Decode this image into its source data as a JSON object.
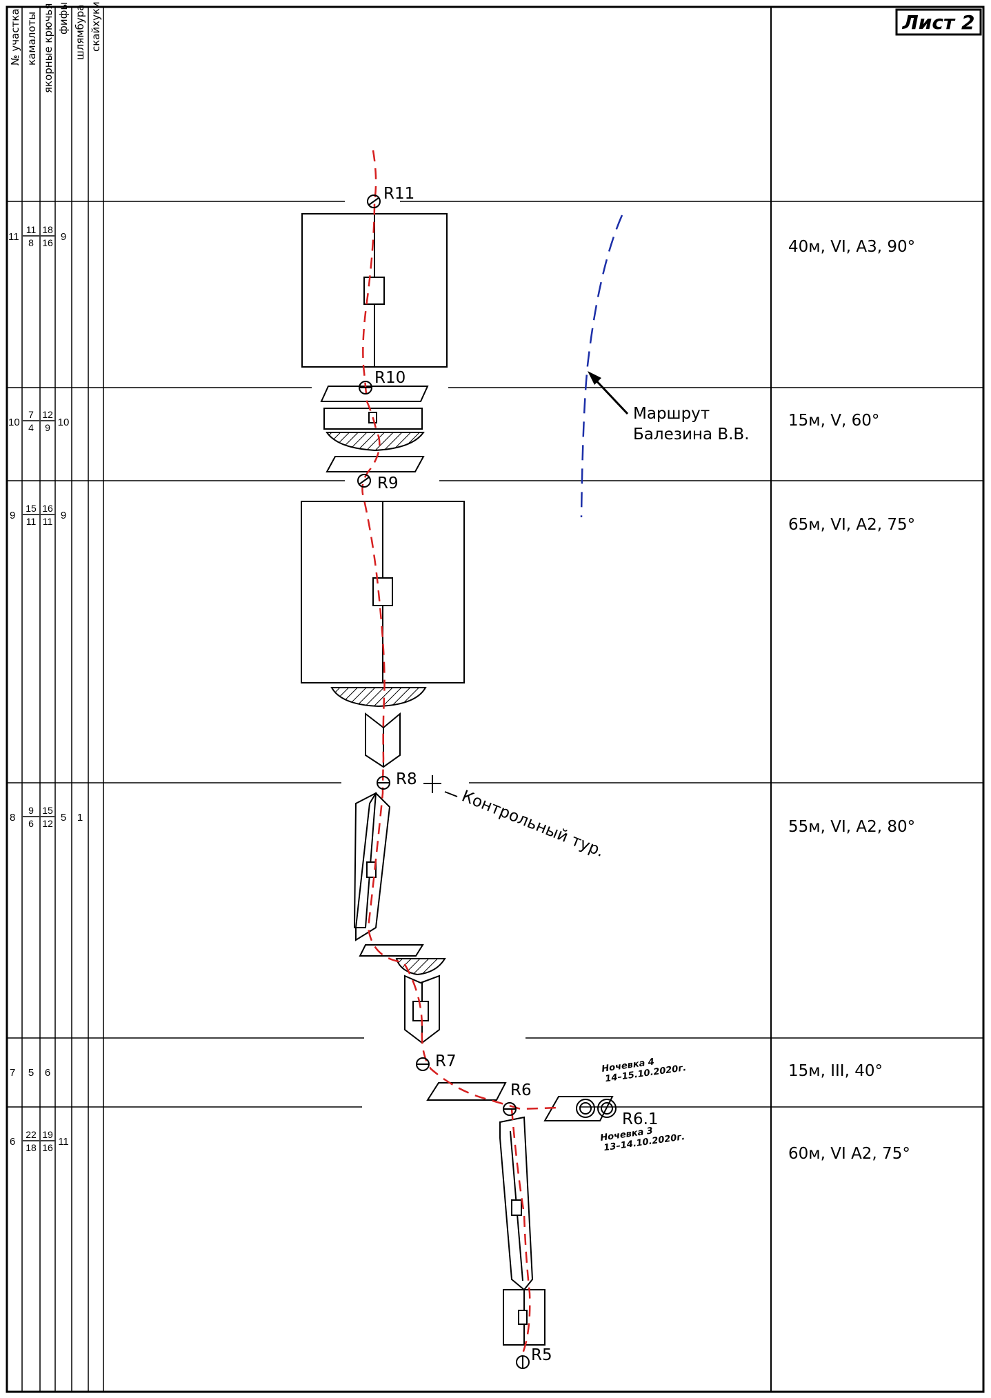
{
  "sheet_label": "Лист 2",
  "columns": [
    "№ участка",
    "камалоты",
    "якорные крючья",
    "фифы",
    "шлямбура",
    "скайхуки"
  ],
  "sections": [
    {
      "num": "11",
      "cams": [
        "11",
        "8"
      ],
      "hooks": [
        "18",
        "16"
      ],
      "fifi": "9",
      "bolts": "",
      "sky": "",
      "desc": "40м, VI, A3, 90°"
    },
    {
      "num": "10",
      "cams": [
        "7",
        "4"
      ],
      "hooks": [
        "12",
        "9"
      ],
      "fifi": "10",
      "bolts": "",
      "sky": "",
      "desc": "15м, V, 60°"
    },
    {
      "num": "9",
      "cams": [
        "15",
        "11"
      ],
      "hooks": [
        "16",
        "11"
      ],
      "fifi": "9",
      "bolts": "",
      "sky": "",
      "desc": "65м, VI, A2, 75°"
    },
    {
      "num": "8",
      "cams": [
        "9",
        "6"
      ],
      "hooks": [
        "15",
        "12"
      ],
      "fifi": "5",
      "bolts": "1",
      "sky": "",
      "desc": "55м, VI, A2, 80°"
    },
    {
      "num": "7",
      "cams": "5",
      "hooks": "6",
      "fifi": "",
      "bolts": "",
      "sky": "",
      "desc": "15м, III, 40°"
    },
    {
      "num": "6",
      "cams": [
        "22",
        "18"
      ],
      "hooks": [
        "19",
        "16"
      ],
      "fifi": "11",
      "bolts": "",
      "sky": "",
      "desc": "60м, VI A2, 75°"
    }
  ],
  "stations": {
    "r11": "R11",
    "r10": "R10",
    "r9": "R9",
    "r8": "R8",
    "r7": "R7",
    "r6": "R6",
    "r6_1": "R6.1",
    "r5": "R5"
  },
  "annotations": {
    "route_label_1": "Маршрут",
    "route_label_2": "Балезина В.В.",
    "control_cairn": "Контрольный тур.",
    "bivouac4_title": "Ночевка 4",
    "bivouac4_dates": "14–15.10.2020г.",
    "bivouac3_title": "Ночевка 3",
    "bivouac3_dates": "13–14.10.2020г."
  },
  "colors": {
    "route_line": "#d62020",
    "other_route": "#1c2fa8",
    "ink": "#000000"
  }
}
